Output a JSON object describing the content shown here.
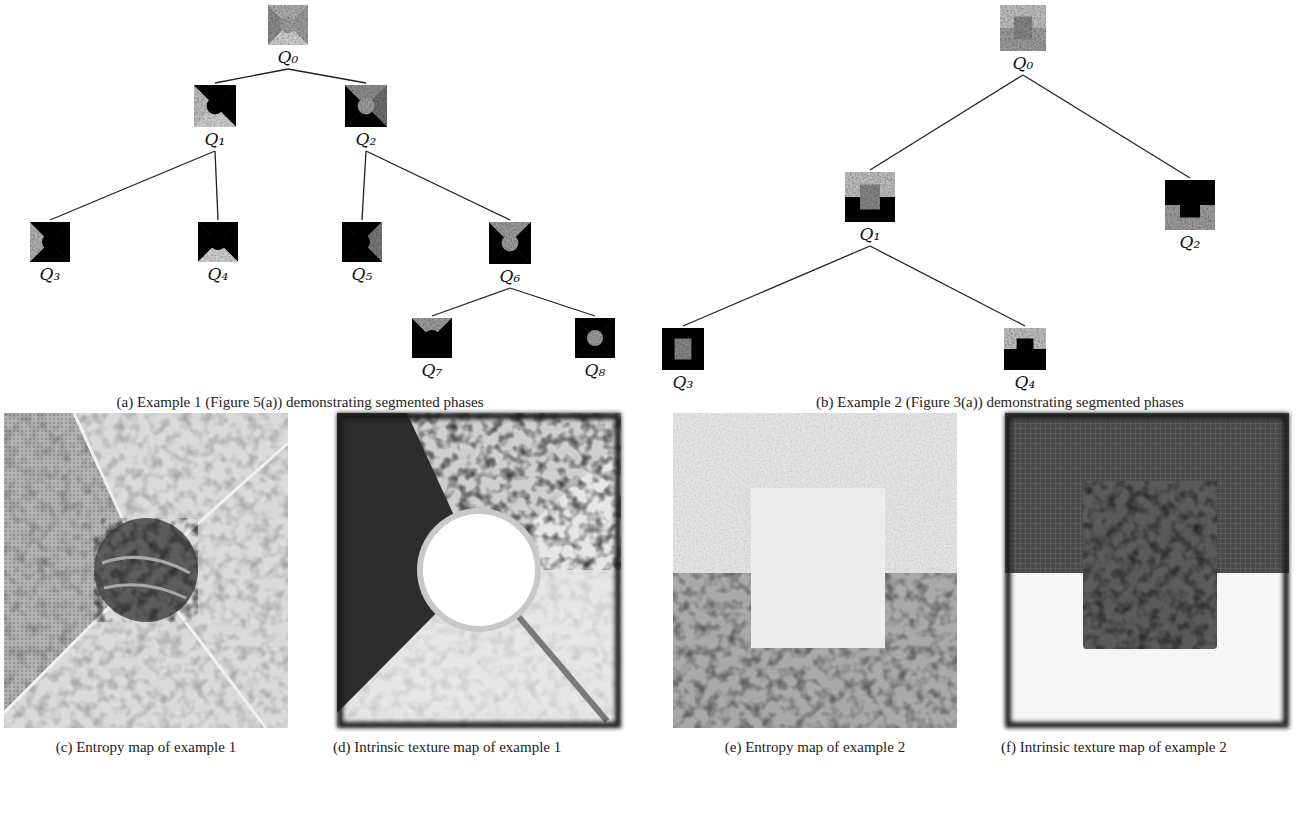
{
  "diagram": {
    "nodes": [
      {
        "text": [
          "Q₀"
        ]
      },
      {
        "text": [
          "Q₁"
        ]
      },
      {
        "text": [
          "Q₂"
        ]
      },
      {
        "text": [
          "Q₃"
        ]
      },
      {
        "text": [
          "Q₄"
        ]
      },
      {
        "text": [
          "Q₅"
        ]
      },
      {
        "text": [
          "Q₆"
        ]
      },
      {
        "text": [
          "Q₇"
        ]
      },
      {
        "text": [
          "Q₈"
        ]
      },
      {
        "text": [
          "Q₀"
        ]
      },
      {
        "text": [
          "Q₁"
        ]
      },
      {
        "text": [
          "Q₂"
        ]
      },
      {
        "text": [
          "Q₃"
        ]
      },
      {
        "text": [
          "Q₄"
        ]
      }
    ],
    "edges": [
      {
        "from": 0,
        "to": 1,
        "arrow": "none"
      },
      {
        "from": 0,
        "to": 2,
        "arrow": "none"
      },
      {
        "from": 1,
        "to": 3,
        "arrow": "none"
      },
      {
        "from": 1,
        "to": 4,
        "arrow": "none"
      },
      {
        "from": 2,
        "to": 5,
        "arrow": "none"
      },
      {
        "from": 2,
        "to": 6,
        "arrow": "none"
      },
      {
        "from": 6,
        "to": 7,
        "arrow": "none"
      },
      {
        "from": 6,
        "to": 8,
        "arrow": "none"
      },
      {
        "from": 9,
        "to": 10,
        "arrow": "none"
      },
      {
        "from": 9,
        "to": 11,
        "arrow": "none"
      },
      {
        "from": 10,
        "to": 12,
        "arrow": "none"
      },
      {
        "from": 10,
        "to": 13,
        "arrow": "none"
      }
    ],
    "labels": [
      "(a) Example 1 (Figure 5(a)) demonstrating segmented phases",
      "(b) Example 2 (Figure 3(a)) demonstrating segmented phases",
      "(c) Entropy map of example 1",
      "(d) Intrinsic texture map of example 1",
      "(e) Entropy map of example 2",
      "(f) Intrinsic texture map of example 2"
    ]
  }
}
